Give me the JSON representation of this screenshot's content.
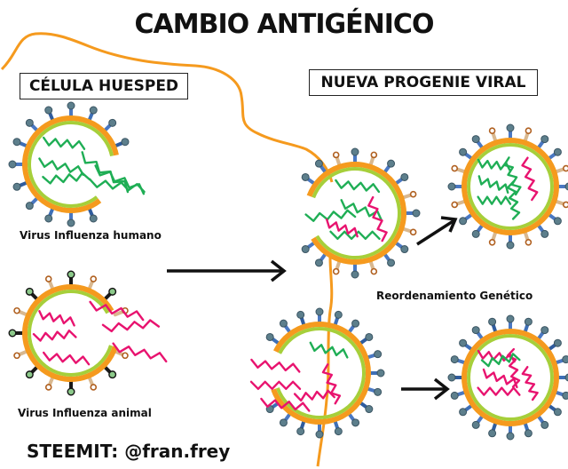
{
  "title": "CAMBIO ANTIGÉNICO",
  "host_cell_label": "CÉLULA HUESPED",
  "progeny_label": "NUEVA PROGENIE VIRAL",
  "human_virus_label": "Virus Influenza humano",
  "animal_virus_label": "Virus Influenza animal",
  "reassortment_label": "Reordenamiento Genético",
  "credit": "STEEMIT: @fran.frey",
  "colors": {
    "membrane_outer": "#f59a1e",
    "membrane_inner": "#a6cf3a",
    "rna_human": "#1fae55",
    "rna_animal": "#e8136f",
    "spike_human": "#4a78c2",
    "spike_animal": "#1a1a1a",
    "cell_boundary": "#f59a1e",
    "arrow": "#111111"
  },
  "icons": [
    "virus-icon",
    "rna-strand-icon",
    "arrow-icon"
  ]
}
